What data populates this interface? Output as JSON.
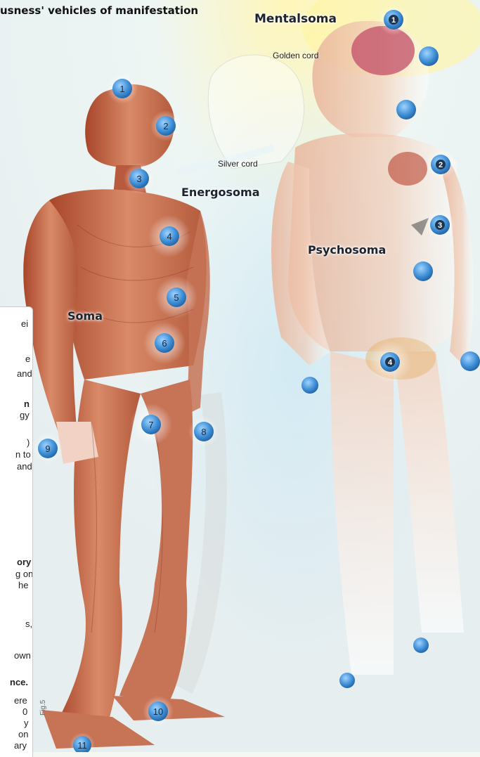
{
  "title": "usness' vehicles of manifestation",
  "labels": {
    "mentalsoma": "Mentalsoma",
    "golden_cord": "Golden cord",
    "silver_cord": "Silver cord",
    "energosoma": "Energosoma",
    "psychosoma": "Psychosoma",
    "soma": "Soma"
  },
  "fig_label": "Fig.5",
  "soma_markers": [
    "1",
    "2",
    "3",
    "4",
    "5",
    "6",
    "7",
    "8",
    "9",
    "10",
    "11"
  ],
  "psychosoma_markers": [
    "1",
    "2",
    "3",
    "4"
  ],
  "sidebar_fragments": [
    {
      "text": "ei",
      "bold": false
    },
    {
      "text": "e",
      "bold": false
    },
    {
      "text": "and",
      "bold": false
    },
    {
      "text": "n",
      "bold": true
    },
    {
      "text": "gy",
      "bold": false
    },
    {
      "text": ")",
      "bold": false
    },
    {
      "text": "n to",
      "bold": false
    },
    {
      "text": "and",
      "bold": false
    },
    {
      "text": "ory",
      "bold": true
    },
    {
      "text": "g on",
      "bold": false
    },
    {
      "text": "he",
      "bold": false
    },
    {
      "text": "s,",
      "bold": false
    },
    {
      "text": "own",
      "bold": false
    },
    {
      "text": "nce.",
      "bold": true
    },
    {
      "text": "ere",
      "bold": false
    },
    {
      "text": "0",
      "bold": false
    },
    {
      "text": "y",
      "bold": false
    },
    {
      "text": "on",
      "bold": false
    },
    {
      "text": "ary",
      "bold": false
    }
  ],
  "colors": {
    "muscle": "#c9704f",
    "muscle_dark": "#8e3b24",
    "marker_blue": "#3f8fd6",
    "background": "#f4f7f2",
    "glow_yellow": "#fff3a8"
  }
}
